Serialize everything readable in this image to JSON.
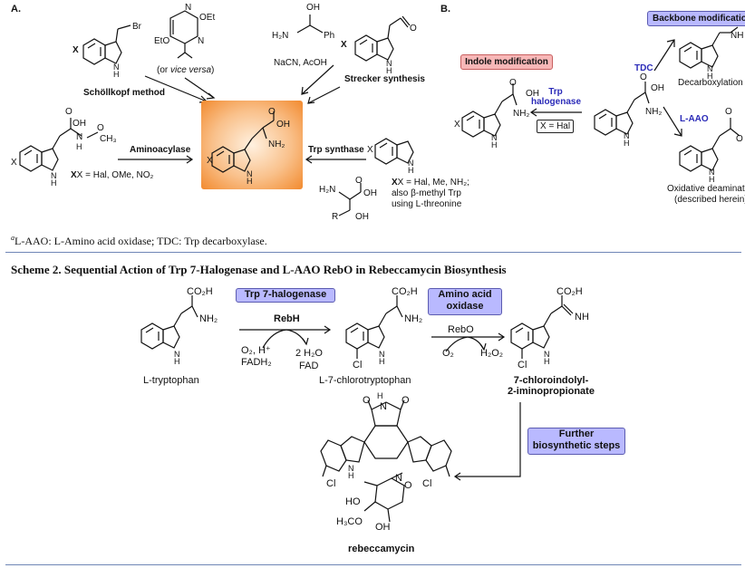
{
  "panel_a": {
    "label": "A.",
    "schollkopf": "Schöllkopf method",
    "or_vice_versa_open": "(or ",
    "or_vice_versa_italic": "vice versa",
    "or_vice_versa_close": ")",
    "strecker": "Strecker synthesis",
    "strecker_reagents": "NaCN, AcOH",
    "aminoacylase": "Aminoacylase",
    "aminoacylase_x": "X = Hal, OMe, NO₂",
    "trp_synthase": "Trp synthase",
    "trp_synthase_x_1": "X = Hal, Me, NH₂;",
    "trp_synthase_x_2": "also β-methyl Trp",
    "trp_synthase_x_3": "using L-threonine",
    "br": "Br",
    "oet": "OEt",
    "eto": "EtO",
    "n": "N",
    "h2n": "H₂N",
    "oh": "OH",
    "ph": "Ph",
    "o": "O",
    "x": "X",
    "nh": "N\nH",
    "nh2": "NH₂",
    "ch3": "CH₃",
    "r": "R",
    "accent": "#f28a2e"
  },
  "panel_b": {
    "label": "B.",
    "indole_mod": "Indole modification",
    "backbone_mod": "Backbone modification",
    "trp_halogenase_1": "Trp",
    "trp_halogenase_2": "halogenase",
    "x_hal": "X = Hal",
    "tdc": "TDC",
    "decarboxylation": "Decarboxylation",
    "laao": "L-AAO",
    "oxidative_1": "Oxidative deamination",
    "oxidative_2": "(described herein)",
    "nh2": "NH₂",
    "oh": "OH",
    "o": "O",
    "x": "X"
  },
  "footnote": {
    "mark": "a",
    "text": "L-AAO: L-Amino acid oxidase; TDC: Trp decarboxylase."
  },
  "scheme2": {
    "title": "Scheme 2. Sequential Action of Trp 7-Halogenase and L-AAO RebO in Rebeccamycin Biosynthesis",
    "trp_7_halogenase": "Trp 7-halogenase",
    "amino_acid_oxidase_1": "Amino acid",
    "amino_acid_oxidase_2": "oxidase",
    "rebh": "RebH",
    "rebh_inputs_1": "O₂, H⁺",
    "rebh_inputs_2": "FADH₂",
    "rebh_outputs_1": "2 H₂O",
    "rebh_outputs_2": "FAD",
    "rebo": "RebO",
    "rebo_input": "O₂",
    "rebo_output": "H₂O₂",
    "further_1": "Further",
    "further_2": "biosynthetic steps",
    "ltrp": "L-tryptophan",
    "l7cl": "L-7-chlorotryptophan",
    "iminoprop_1": "7-chloroindolyl-",
    "iminoprop_2": "2-iminopropionate",
    "rebeccamycin": "rebeccamycin",
    "co2h": "CO₂H",
    "nh2": "NH₂",
    "nh": "NH",
    "cl": "Cl",
    "ho": "HO",
    "h3co": "H₃CO",
    "o": "O",
    "n": "N",
    "h": "H"
  }
}
